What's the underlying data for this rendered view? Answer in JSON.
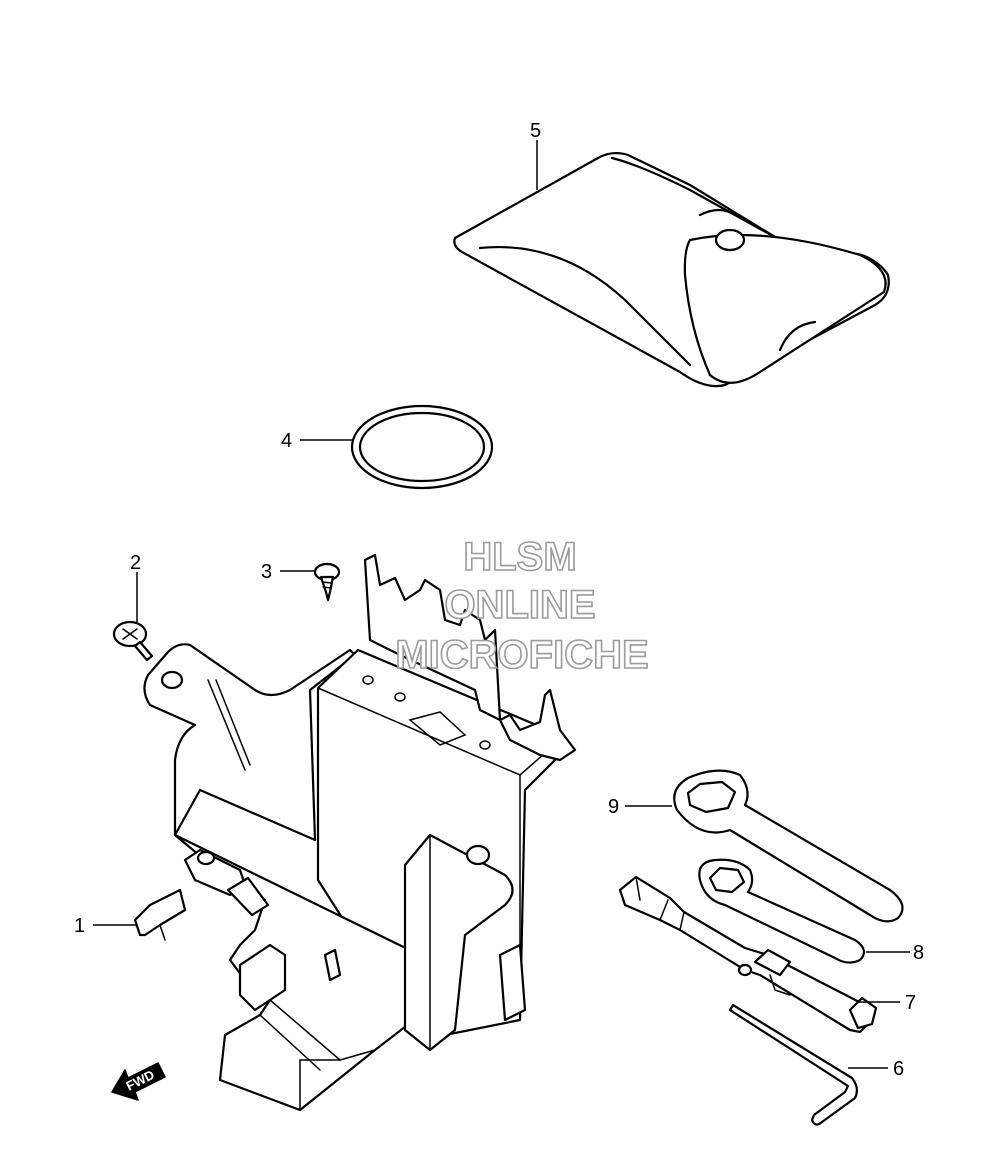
{
  "watermark": {
    "line1": "HLSM",
    "line2": "ONLINE",
    "line3": "MICROFICHE"
  },
  "fwd_label": "FWD",
  "callouts": {
    "c1": "1",
    "c2": "2",
    "c3": "3",
    "c4": "4",
    "c5": "5",
    "c6": "6",
    "c7": "7",
    "c8": "8",
    "c9": "9"
  },
  "parts": [
    {
      "id": "1",
      "icon": "battery-bracket-icon"
    },
    {
      "id": "2",
      "icon": "screw-icon"
    },
    {
      "id": "3",
      "icon": "tapping-screw-icon"
    },
    {
      "id": "4",
      "icon": "o-ring-icon"
    },
    {
      "id": "5",
      "icon": "tool-bag-icon"
    },
    {
      "id": "6",
      "icon": "hex-wrench-icon"
    },
    {
      "id": "7",
      "icon": "spark-plug-wrench-icon"
    },
    {
      "id": "8",
      "icon": "box-wrench-icon"
    },
    {
      "id": "9",
      "icon": "ring-wrench-icon"
    }
  ],
  "colors": {
    "line": "#000000",
    "background": "#ffffff",
    "watermark": "#9a9a9a"
  }
}
